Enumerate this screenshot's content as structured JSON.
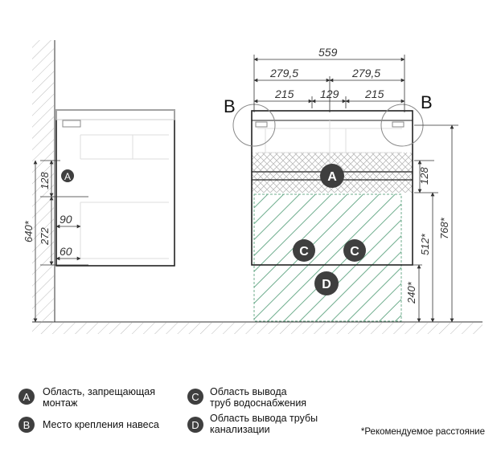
{
  "side_view": {
    "dim_height": "640*",
    "dim_a": "128",
    "dim_mid": "272",
    "dim_90": "90",
    "dim_60": "60",
    "marker_a": "A"
  },
  "front_view": {
    "width_total": "559",
    "half_left": "279,5",
    "half_right": "279,5",
    "seg_left": "215",
    "seg_mid": "129",
    "seg_right": "215",
    "right_128": "128",
    "right_512": "512*",
    "right_768": "768*",
    "right_240": "240*",
    "label_b_left": "B",
    "label_b_right": "B",
    "marker_a": "A",
    "marker_c1": "C",
    "marker_c2": "C",
    "marker_d": "D"
  },
  "legend": {
    "a_letter": "A",
    "a_line1": "Область, запрещающая",
    "a_line2": "монтаж",
    "b_letter": "B",
    "b_line1": "Место крепления навеса",
    "c_letter": "C",
    "c_line1": "Область вывода",
    "c_line2": "труб водоснабжения",
    "d_letter": "D",
    "d_line1": "Область вывода трубы",
    "d_line2": "канализации",
    "note": "*Рекомендуемое расстояние"
  },
  "colors": {
    "marker_fill": "#3f3f3f",
    "hatch_green": "#6fae8e",
    "line": "#333333"
  }
}
